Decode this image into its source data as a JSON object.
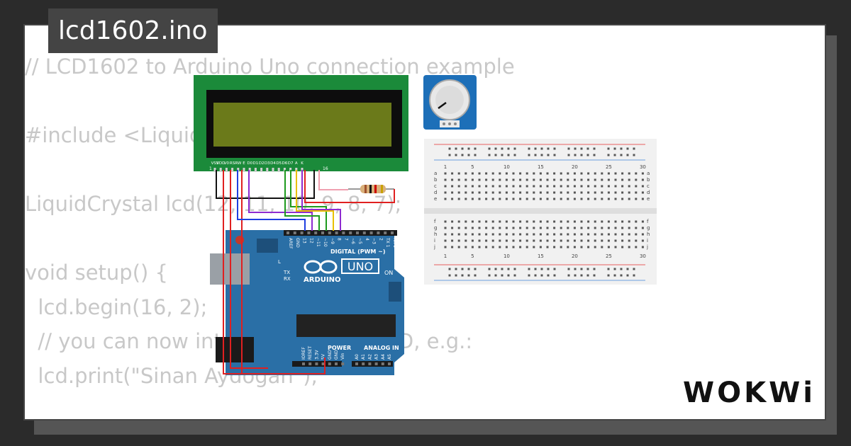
{
  "project": {
    "filename": "lcd1602.ino"
  },
  "code_lines": [
    "// LCD1602 to Arduino Uno connection example",
    "",
    "#include <LiquidCrystal.h>",
    "",
    "LiquidCrystal lcd(12, 11, 10, 9, 8, 7);",
    "",
    "void setup() {",
    "  lcd.begin(16, 2);",
    "  // you can now interact with the LCD, e.g.:",
    "  lcd.print(\"Sinan Aydogan\");"
  ],
  "lcd": {
    "pins": [
      "VSS",
      "VDD",
      "V0",
      "RS",
      "RW",
      "E",
      "D0",
      "D1",
      "D2",
      "D3",
      "D4",
      "D5",
      "D6",
      "D7",
      "A",
      "K"
    ],
    "pin_first": "1",
    "pin_last": "16"
  },
  "arduino": {
    "model": "UNO",
    "brand": "ARDUINO",
    "digital_label": "DIGITAL (PWM ~)",
    "digital_pins": [
      "AREF",
      "GND",
      "13",
      "12",
      "~11",
      "~10",
      "~9",
      "8",
      "7",
      "~6",
      "~5",
      "4",
      "~3",
      "2",
      "TX 1",
      "RX 0"
    ],
    "power_label": "POWER",
    "power_pins": [
      "IOREF",
      "RESET",
      "3.3V",
      "5V",
      "GND",
      "GND",
      "Vin"
    ],
    "analog_label": "ANALOG IN",
    "analog_pins": [
      "A0",
      "A1",
      "A2",
      "A3",
      "A4",
      "A5"
    ],
    "led_labels": [
      "L",
      "TX",
      "RX"
    ],
    "on_label": "ON"
  },
  "breadboard": {
    "column_numbers": [
      "1",
      "5",
      "10",
      "15",
      "20",
      "25",
      "30"
    ],
    "row_letters_top": [
      "a",
      "b",
      "c",
      "d",
      "e"
    ],
    "row_letters_bottom": [
      "f",
      "g",
      "h",
      "i",
      "j"
    ]
  },
  "branding": {
    "logo": "WOKWi"
  },
  "colors": {
    "lcd_board": "#1b8a3a",
    "lcd_screen": "#6b7a1a",
    "arduino_board": "#2a6fa6",
    "wire_red": "#e02020",
    "wire_black": "#111111",
    "wire_blue": "#1f3fe0",
    "wire_purple": "#8e2bd0",
    "wire_green": "#1e9a1e",
    "wire_yellow": "#e8c000"
  }
}
